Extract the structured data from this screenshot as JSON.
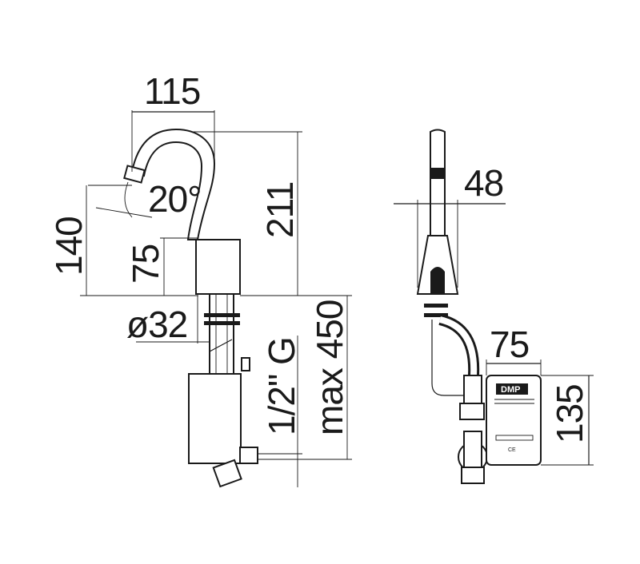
{
  "side_view": {
    "dim_width": "115",
    "dim_angle": "20°",
    "dim_total_height": "140",
    "dim_spout_height": "211",
    "dim_body_height": "75",
    "dim_diameter": "ø32",
    "dim_thread": "1/2\" G",
    "dim_max_length": "max 450"
  },
  "front_view": {
    "dim_spout_width": "48",
    "dim_box_width": "75",
    "dim_box_height": "135",
    "brand_label": "DMP",
    "ce_mark": "CE"
  }
}
